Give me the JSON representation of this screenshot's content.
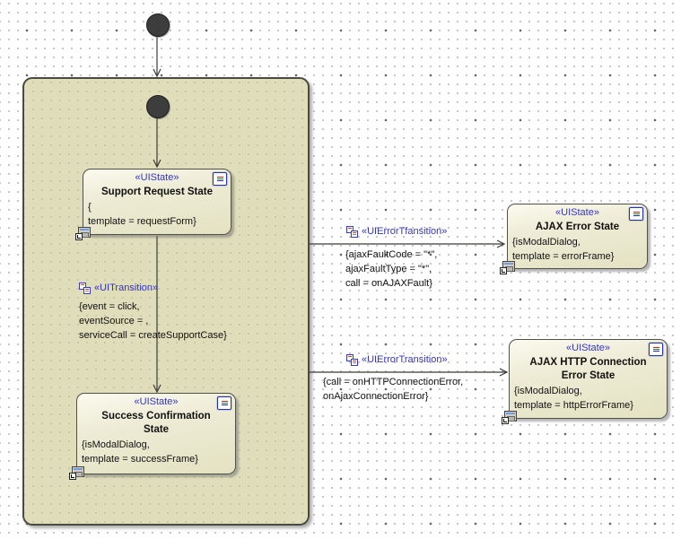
{
  "states": [
    {
      "stereotype": "«UIState»",
      "name": "Support Request State",
      "constraints": [
        "{",
        "template = requestForm}"
      ]
    },
    {
      "stereotype": "«UIState»",
      "name": "Success Confirmation State",
      "constraints": [
        "{isModalDialog,",
        "template = successFrame}"
      ]
    },
    {
      "stereotype": "«UIState»",
      "name": "AJAX Error State",
      "constraints": [
        "{isModalDialog,",
        "template = errorFrame}"
      ]
    },
    {
      "stereotype": "«UIState»",
      "name": "AJAX HTTP Connection Error State",
      "constraints": [
        "{isModalDialog,",
        "template = httpErrorFrame}"
      ]
    }
  ],
  "transitions": [
    {
      "stereotype": "«UITransition»",
      "lines": [
        "{event = click,",
        "eventSource = ,",
        "serviceCall = createSupportCase}"
      ]
    },
    {
      "stereotype": "«UIErrorTfansition»",
      "lines": [
        "{ajaxFaultCode = \"*\",",
        "ajaxFaultType = \"*\",",
        "call = onAJAXFault}"
      ]
    },
    {
      "stereotype": "«UIErrorTransition»",
      "lines": [
        "{call = onHTTPConnectionError,",
        "onAjaxConnectionError}"
      ]
    }
  ],
  "icons": {
    "attributes_icon": "list-lines-icon",
    "subdiagram_icon": "window-frame-icon",
    "transition_stereotype_icon": "overlapping-frames-icon",
    "initial_node": "filled-circle"
  },
  "colors": {
    "container_fill": "#dfddba",
    "state_fill": "#eceada",
    "border": "#4a4a40",
    "stereotype_text": "#3333cc",
    "body_text": "#111111",
    "shadow": "#8a8a8a"
  }
}
